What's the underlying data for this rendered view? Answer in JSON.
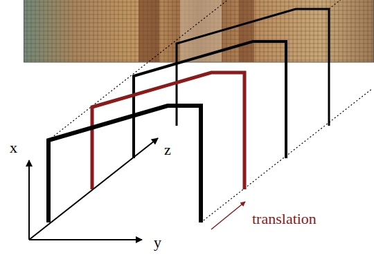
{
  "diagram": {
    "labels": [
      "x",
      "z",
      "y",
      "translation"
    ]
  }
}
